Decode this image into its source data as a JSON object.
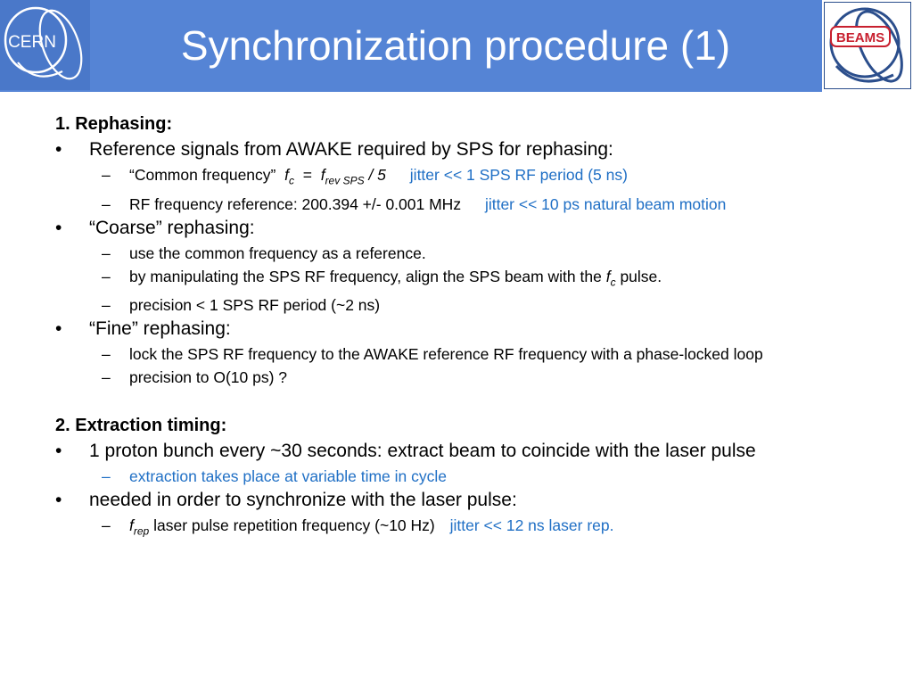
{
  "header": {
    "title": "Synchronization procedure (1)",
    "cern_logo_text": "CERN",
    "beams_logo_text": "BEAMS",
    "band_color": "#5584D5"
  },
  "colors": {
    "accent_blue_text": "#1F6FC5"
  },
  "section1": {
    "heading": "1. Rephasing:",
    "bullet_a": {
      "text": "Reference signals from AWAKE required by SPS for rephasing:",
      "sub1": {
        "prefix": "“Common frequency”",
        "f": "f",
        "f_sub": "c",
        "eq": "=",
        "f2": "f",
        "f2_sub": "rev SPS",
        "div": "/ 5",
        "note": "jitter << 1 SPS RF period (5 ns)"
      },
      "sub2": {
        "text": "RF frequency reference: 200.394 +/- 0.001 MHz",
        "note": "jitter << 10 ps natural beam motion"
      }
    },
    "bullet_b": {
      "text": "“Coarse” rephasing:",
      "sub1": "use the common frequency as a reference.",
      "sub2": {
        "before": "by manipulating the SPS RF frequency, align the SPS beam with the",
        "f": "f",
        "f_sub": "c",
        "after": "pulse."
      },
      "sub3": "precision < 1 SPS RF period (~2 ns)"
    },
    "bullet_c": {
      "text": "“Fine” rephasing:",
      "sub1": "lock the SPS RF frequency to the AWAKE reference RF frequency with a phase-locked loop",
      "sub2": "precision to O(10 ps) ?"
    }
  },
  "section2": {
    "heading": "2. Extraction timing:",
    "bullet_a": {
      "text": "1 proton bunch every ~30 seconds: extract beam to coincide with the laser pulse",
      "sub1": "extraction takes place at variable time in cycle"
    },
    "bullet_b": {
      "text": "needed in order to synchronize with the laser pulse:",
      "sub1": {
        "f": "f",
        "f_sub": "rep",
        "text": "laser pulse repetition frequency (~10 Hz)",
        "note": "jitter << 12 ns laser rep."
      }
    }
  },
  "markers": {
    "bullet": "•",
    "dash": "–"
  }
}
